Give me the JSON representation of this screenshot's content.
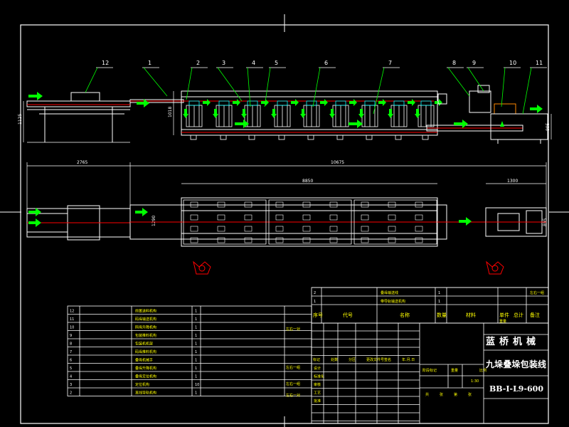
{
  "balloons": [
    "12",
    "1",
    "2",
    "3",
    "4",
    "5",
    "6",
    "7",
    "8",
    "9",
    "10",
    "11"
  ],
  "dims": {
    "height_left": "1125",
    "height_mid": "1018",
    "height_right": "895",
    "len_a": "2765",
    "len_b": "10675",
    "len_c": "8850",
    "len_d": "1300",
    "width_mid": "1290",
    "width_right": "895"
  },
  "bom": {
    "rows": [
      {
        "no": "12",
        "name": "前置送料机构",
        "qty": "1"
      },
      {
        "no": "11",
        "name": "码垛输送机构",
        "qty": "1"
      },
      {
        "no": "10",
        "name": "码垛升降机构",
        "qty": "1"
      },
      {
        "no": "9",
        "name": "包装推料机构",
        "qty": "1"
      },
      {
        "no": "8",
        "name": "包装机机架",
        "qty": "1"
      },
      {
        "no": "7",
        "name": "码垛推料机构",
        "qty": "1"
      },
      {
        "no": "6",
        "name": "叠垛机械手",
        "qty": "1"
      },
      {
        "no": "5",
        "name": "叠垛升降机构",
        "qty": "1"
      },
      {
        "no": "4",
        "name": "叠垛定位机构",
        "qty": "1"
      },
      {
        "no": "3",
        "name": "定位机构",
        "qty": "10"
      },
      {
        "no": "2",
        "name": "直线导轨机构",
        "qty": "1"
      }
    ],
    "notes": [
      "左右一对",
      "左右一组",
      "左右一组",
      "左右一对"
    ],
    "upper_rows": [
      {
        "no": "2",
        "name": "叠垛输送线",
        "qty": "1"
      },
      {
        "no": "1",
        "name": "带导轨输送机构",
        "qty": "1"
      }
    ],
    "upper_note": "左右一组",
    "header": {
      "no": "序号",
      "code": "代号",
      "name": "名称",
      "qty": "数量",
      "material": "材料",
      "unit_w": "单件",
      "total_w": "总计",
      "weight": "重量",
      "remark": "备注"
    }
  },
  "title_block": {
    "company": "蓝桥机械",
    "drawing_title": "九垛叠垛包装线",
    "drawing_no": "BB-I-L9-600",
    "scale": "1:30",
    "row_marks": [
      "标记",
      "处数",
      "分区",
      "更改文件号",
      "签名",
      "年.月.日"
    ],
    "row_roles": [
      "设计",
      "标准化",
      "审核",
      "工艺",
      "批准"
    ],
    "stage_labels": [
      "阶段标记",
      "重量",
      "比例"
    ],
    "sheet_labels": [
      "共",
      "张",
      "第",
      "张"
    ]
  }
}
